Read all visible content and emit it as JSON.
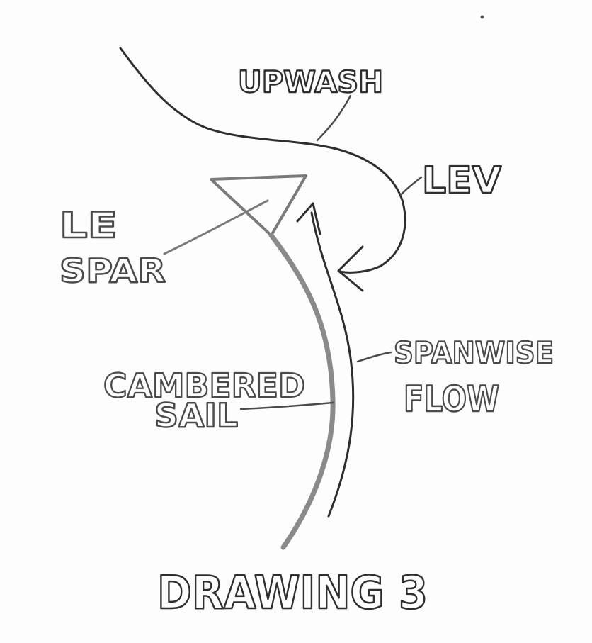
{
  "labels": {
    "upwash": "UPWASH",
    "lev": "LEV",
    "le": "LE",
    "spar": "SPAR",
    "spanwise": "SPANWISE",
    "flow": "FLOW",
    "cambered": "CAMBERED",
    "sail": "SAIL",
    "drawing": "DRAWING 3"
  },
  "colors": {
    "ink_dark": "#2e2e2e",
    "ink_medium": "#4a4a4a",
    "ink_light": "#7a7a7a",
    "paper": "#fdfdfd"
  }
}
